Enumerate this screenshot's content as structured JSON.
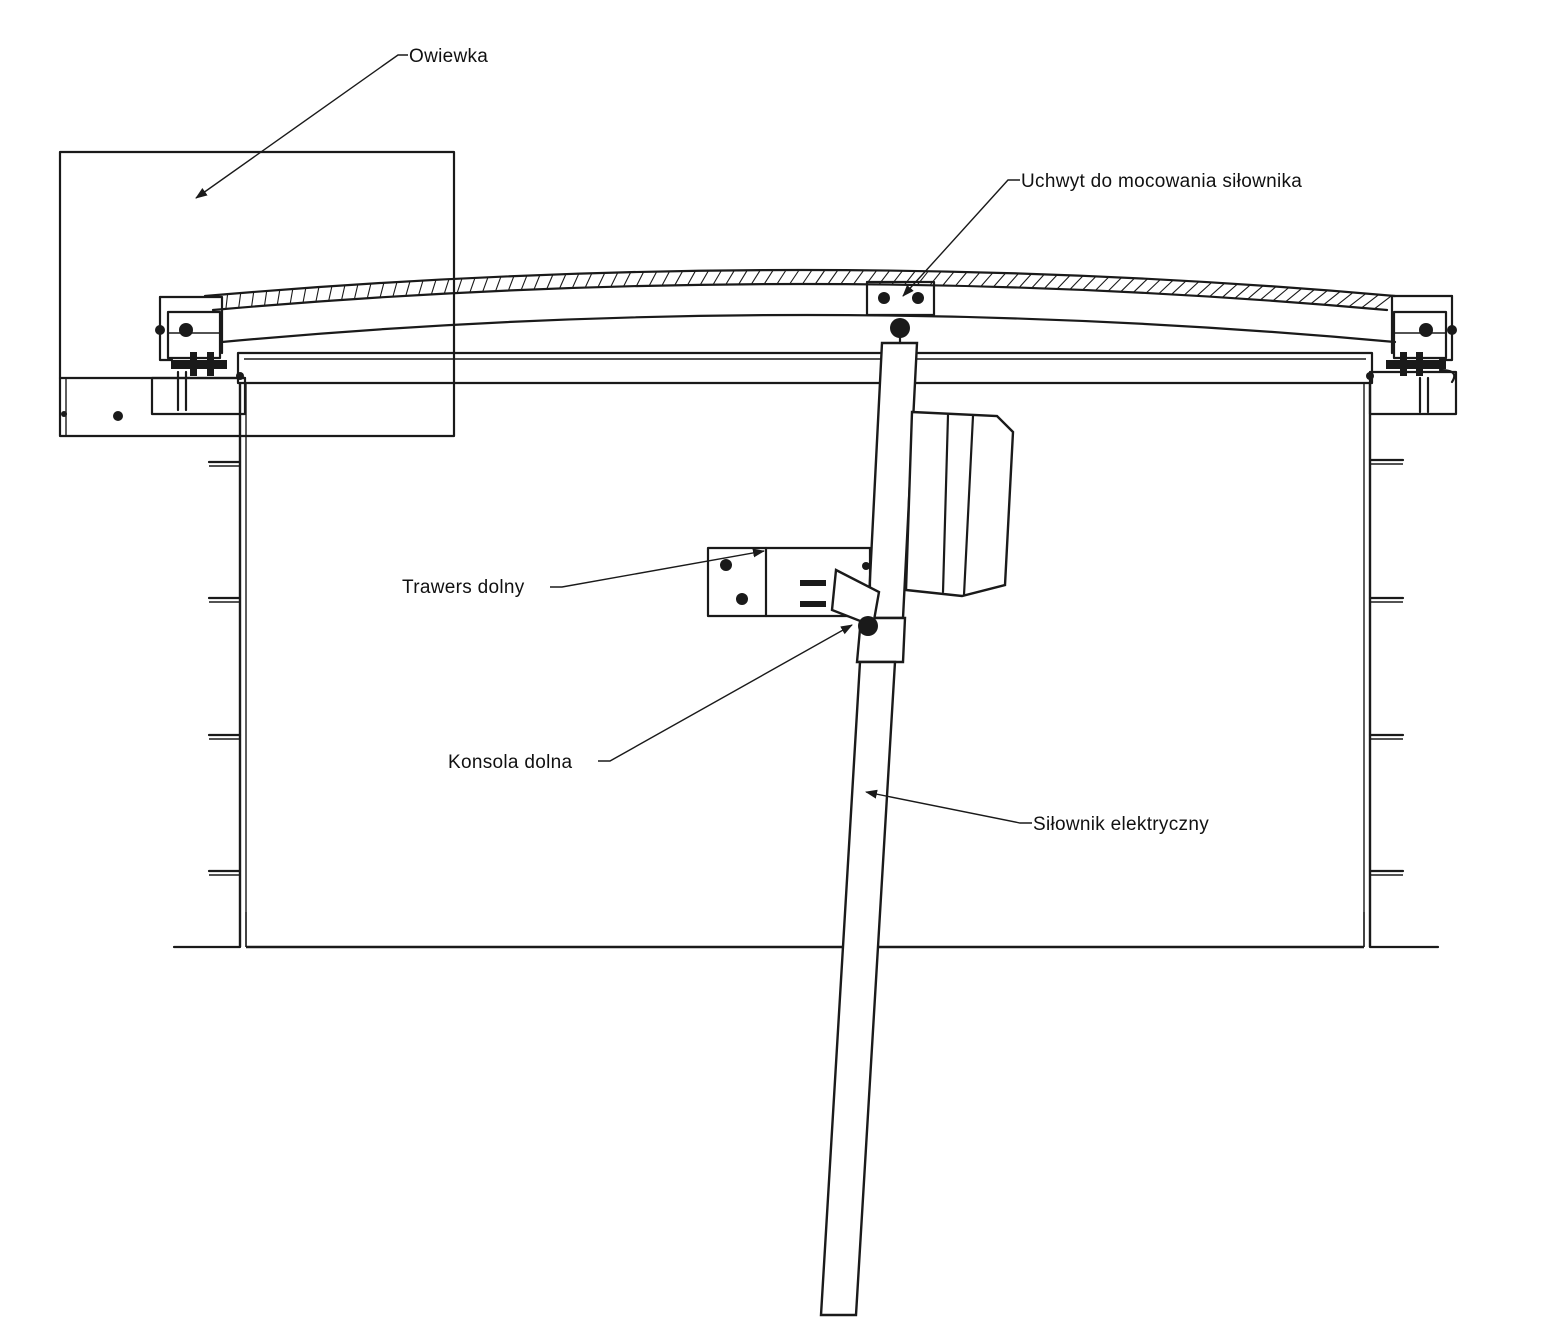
{
  "labels": {
    "owiewka": "Owiewka",
    "uchwyt": "Uchwyt do mocowania siłownika",
    "trawers": "Trawers dolny",
    "konsola": "Konsola dolna",
    "silownik": "Siłownik elektryczny"
  },
  "colors": {
    "line": "#1a1a1a",
    "background": "#ffffff"
  }
}
